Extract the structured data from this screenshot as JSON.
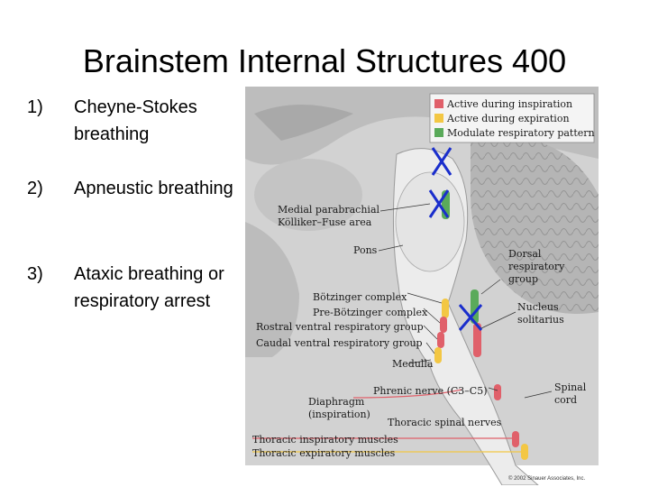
{
  "slide": {
    "title": "Brainstem Internal Structures 400",
    "items": [
      {
        "number": "1)",
        "text": "Cheyne-Stokes breathing"
      },
      {
        "number": "2)",
        "text": "Apneustic breathing"
      },
      {
        "number": "3)",
        "text": "Ataxic breathing or respiratory arrest"
      }
    ]
  },
  "figure": {
    "legend": [
      {
        "label": "Active during inspiration",
        "color": "#e0606a"
      },
      {
        "label": "Active during expiration",
        "color": "#f3c744"
      },
      {
        "label": "Modulate respiratory pattern",
        "color": "#5aaa5a"
      }
    ],
    "labels": {
      "medial_parabrachial": "Medial parabrachial",
      "kolliker_fuse": "Kölliker–Fuse area",
      "pons": "Pons",
      "dorsal_group_1": "Dorsal",
      "dorsal_group_2": "respiratory",
      "dorsal_group_3": "group",
      "botzinger": "Bötzinger complex",
      "pre_botzinger": "Pre-Bötzinger complex",
      "rostral_vrg": "Rostral ventral respiratory group",
      "caudal_vrg": "Caudal ventral respiratory group",
      "nucleus_1": "Nucleus",
      "nucleus_2": "solitarius",
      "medulla": "Medulla",
      "phrenic": "Phrenic nerve (C3–C5)",
      "spinal_1": "Spinal",
      "spinal_2": "cord",
      "diaphragm_1": "Diaphragm",
      "diaphragm_2": "(inspiration)",
      "thoracic_nerves": "Thoracic spinal nerves",
      "thoracic_insp": "Thoracic inspiratory muscles",
      "thoracic_exp": "Thoracic expiratory muscles"
    },
    "copyright": "© 2002 Sinauer Associates, Inc.",
    "marker_color": "#1a2ecc"
  }
}
